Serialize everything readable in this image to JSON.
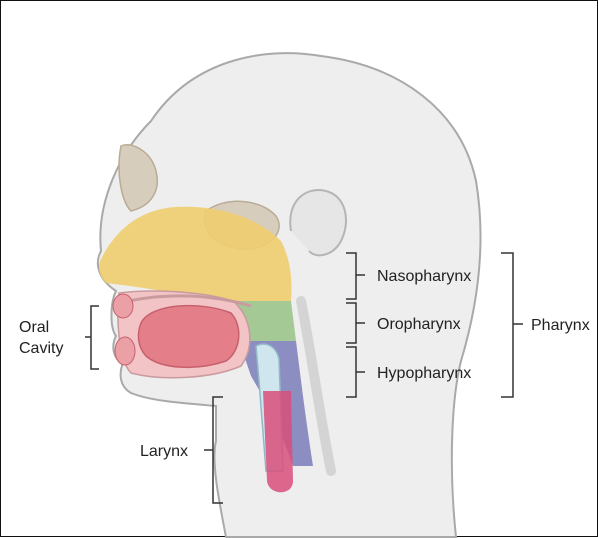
{
  "labels": {
    "oral_line1": "Oral",
    "oral_line2": "Cavity",
    "nasopharynx": "Nasopharynx",
    "oropharynx": "Oropharynx",
    "hypopharynx": "Hypopharynx",
    "pharynx": "Pharynx",
    "larynx": "Larynx"
  },
  "colors": {
    "skin": "#eeeeee",
    "outline": "#a9a9a9",
    "nasal": "#f0cd6e",
    "mouth": "#eaa0a5",
    "tongue": "#e47f8a",
    "oropharynx": "#9bc48a",
    "hypopharynx": "#7a7cba",
    "trachea": "#d94f7a",
    "bone": "#d7cdbd",
    "bracket": "#333333"
  }
}
